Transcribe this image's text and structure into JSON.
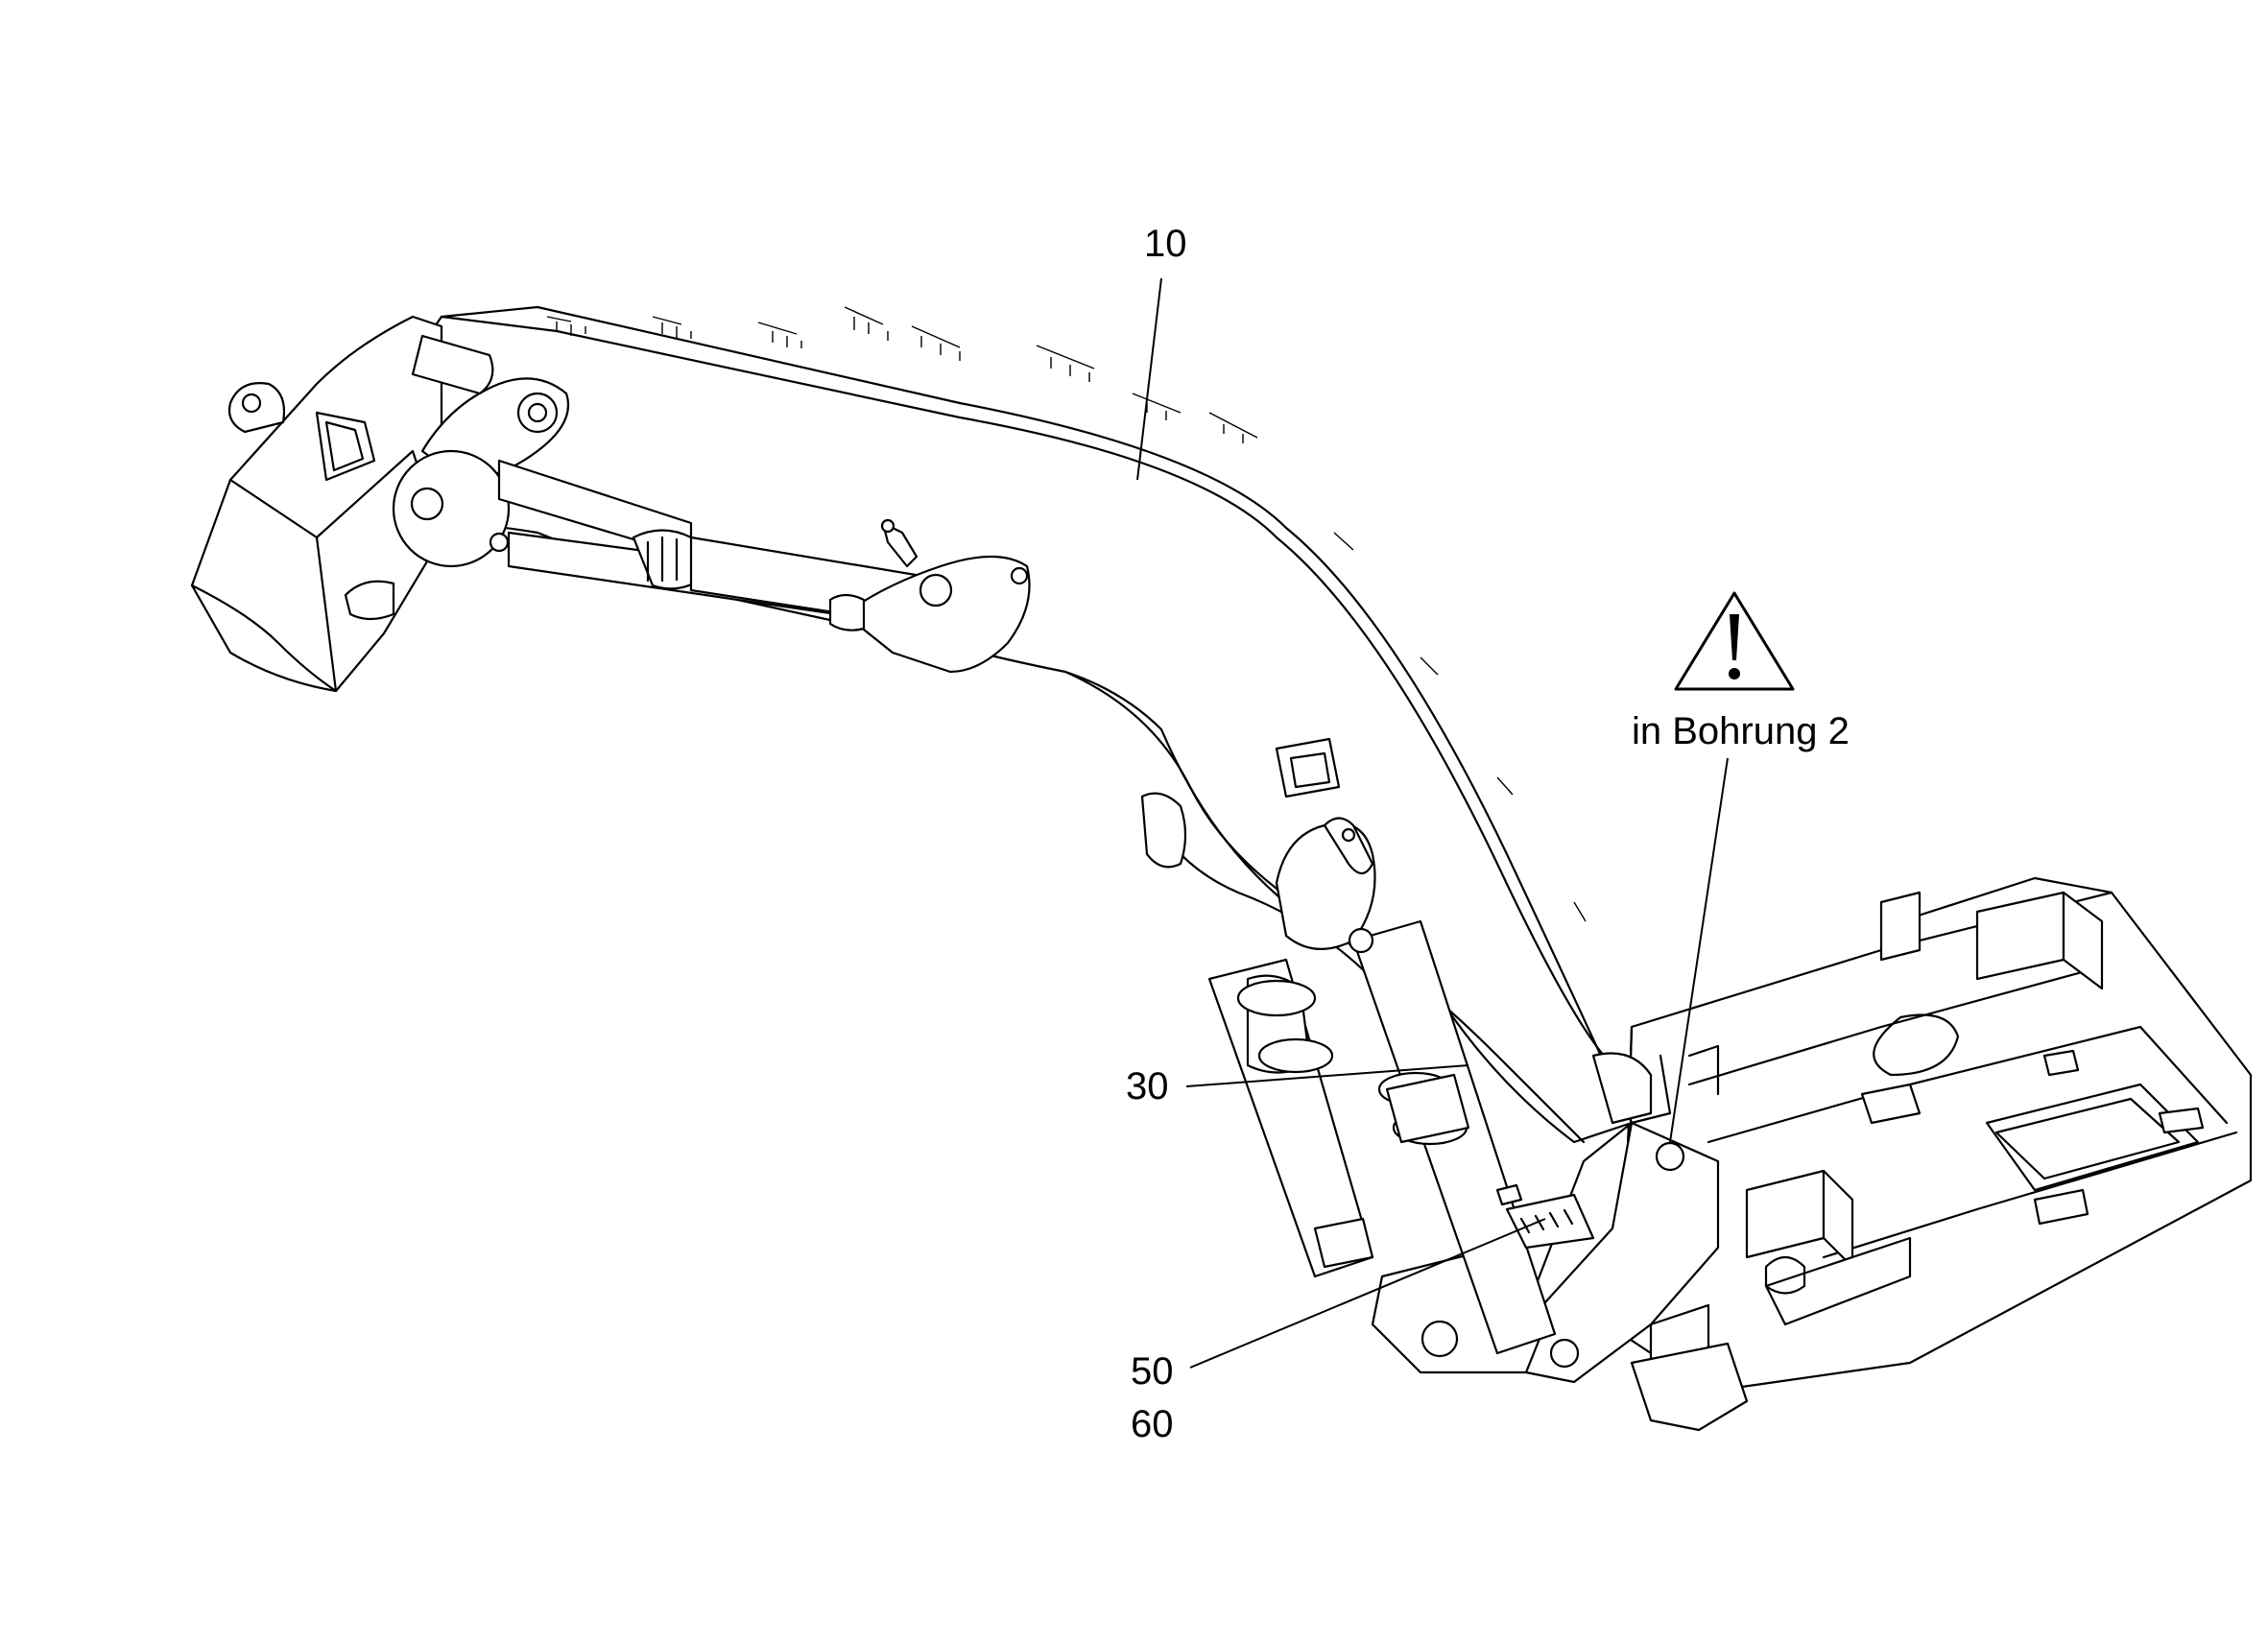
{
  "callouts": {
    "c10": "10",
    "c30": "30",
    "c50": "50",
    "c60": "60",
    "bore_note": "in Bohrung 2"
  },
  "icons": {
    "warning": "warning-triangle-icon"
  },
  "colors": {
    "line": "#000000",
    "background": "#ffffff"
  }
}
